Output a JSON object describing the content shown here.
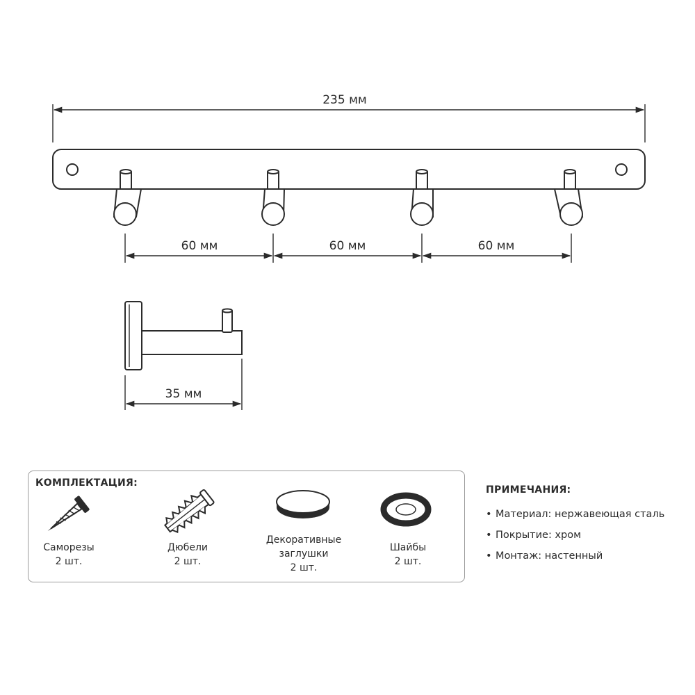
{
  "dimensions": {
    "overall_length": "235 мм",
    "hook_spacing_1": "60 мм",
    "hook_spacing_2": "60 мм",
    "hook_spacing_3": "60 мм",
    "hook_depth": "35 мм"
  },
  "kit": {
    "title": "КОМПЛЕКТАЦИЯ:",
    "items": [
      {
        "icon": "screw-icon",
        "name": "Саморезы",
        "qty": "2 шт."
      },
      {
        "icon": "wall-plug-icon",
        "name": "Дюбели",
        "qty": "2 шт."
      },
      {
        "icon": "decorative-cap-icon",
        "name_line1": "Декоративные",
        "name_line2": "заглушки",
        "qty": "2 шт."
      },
      {
        "icon": "washer-icon",
        "name": "Шайбы",
        "qty": "2 шт."
      }
    ]
  },
  "notes": {
    "title": "ПРИМЕЧАНИЯ:",
    "items": [
      "Материал: нержавеющая сталь",
      "Покрытие: хром",
      "Монтаж: настенный"
    ]
  },
  "colors": {
    "line": "#2b2b2b",
    "box_border": "#9a9a9a"
  }
}
